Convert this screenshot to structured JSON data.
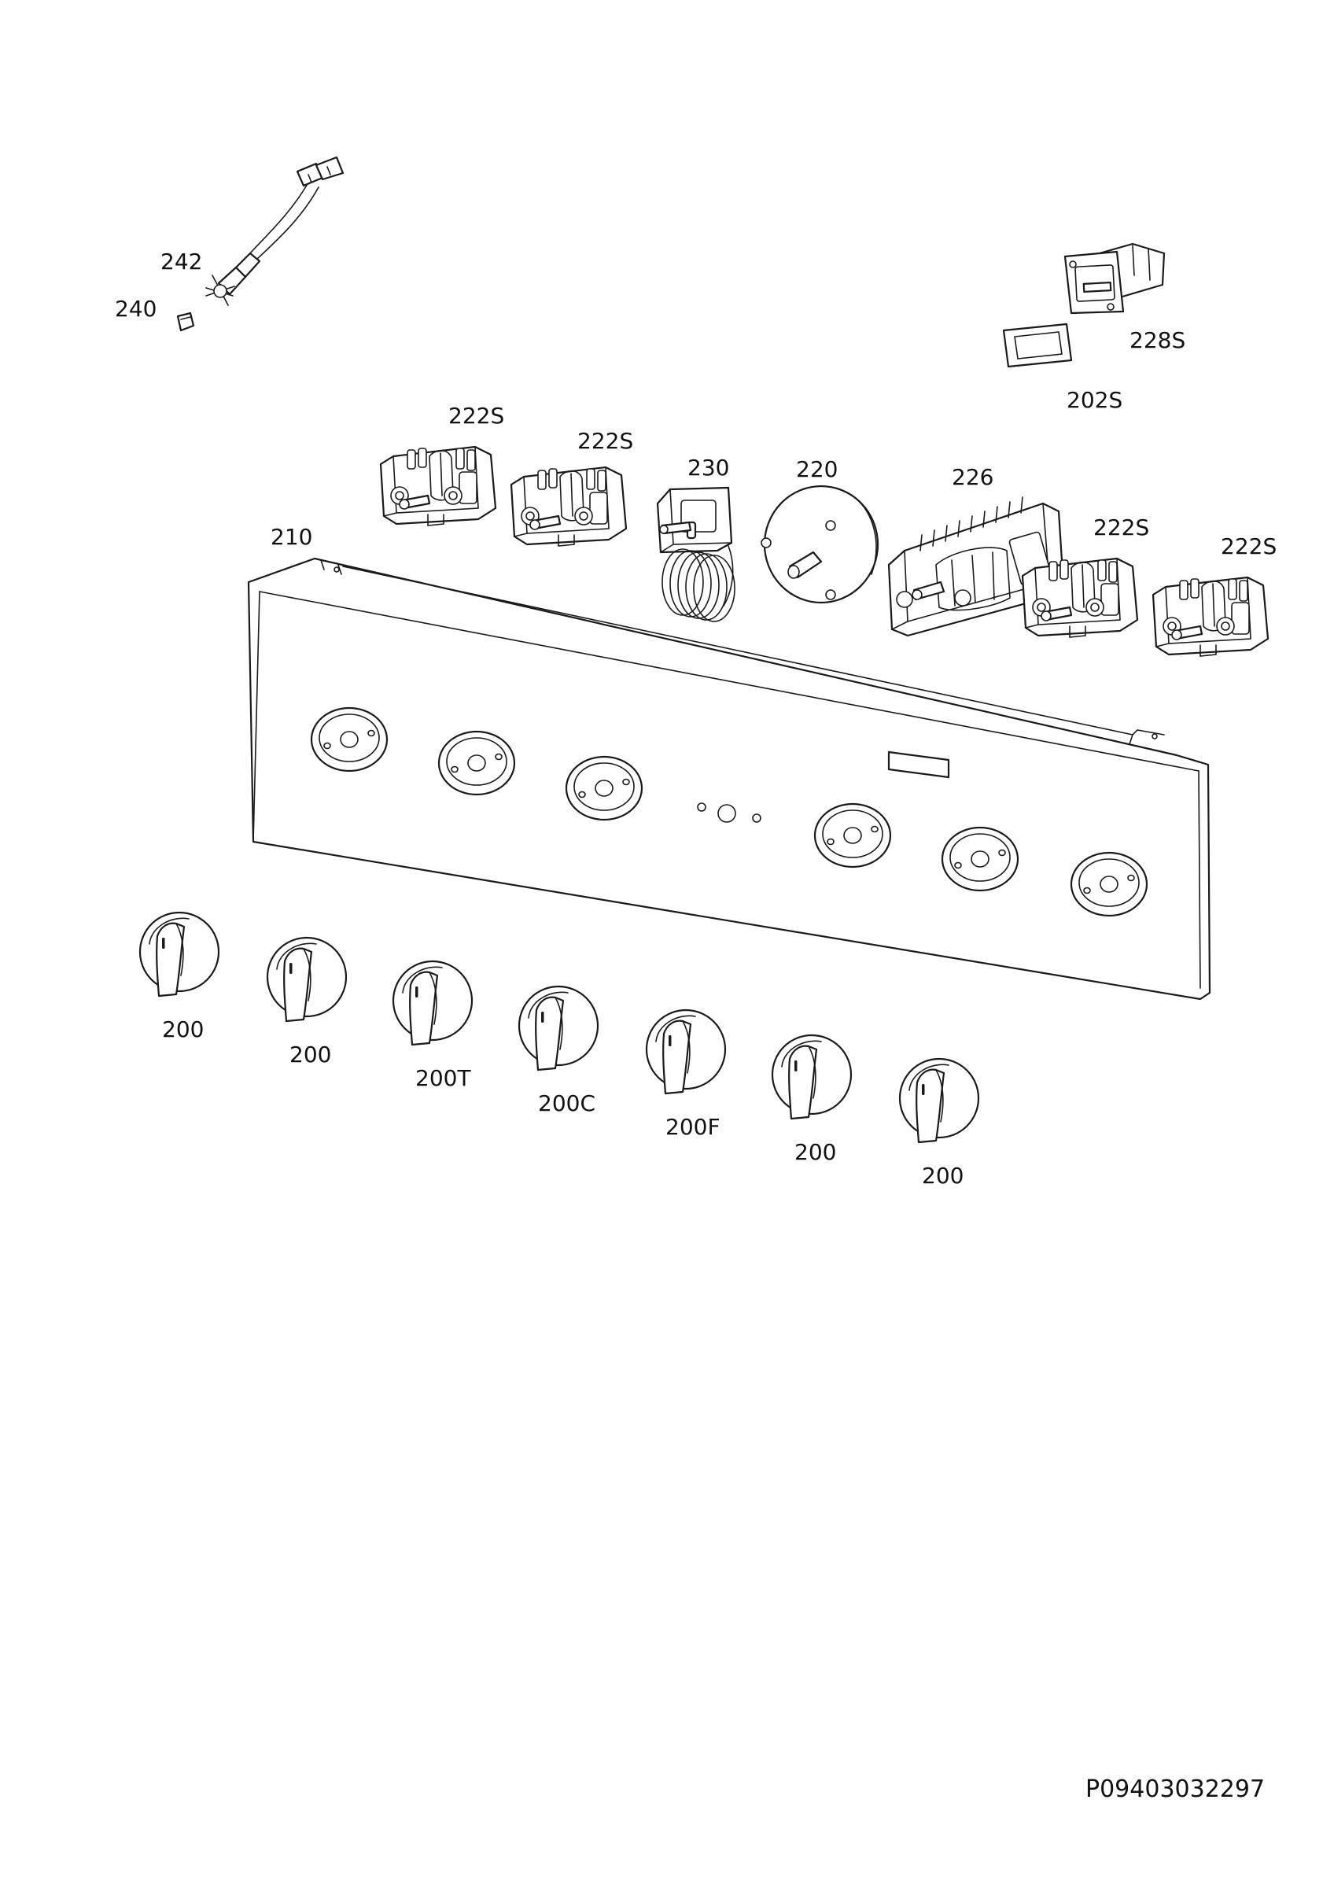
{
  "labels": {
    "p242": "242",
    "p240": "240",
    "p228s": "228S",
    "p202s": "202S",
    "p222s_1": "222S",
    "p222s_2": "222S",
    "p230": "230",
    "p220": "220",
    "p226": "226",
    "p222s_3": "222S",
    "p222s_4": "222S",
    "p210": "210",
    "knob_1": "200",
    "knob_2": "200",
    "knob_3": "200T",
    "knob_4": "200C",
    "knob_5": "200F",
    "knob_6": "200",
    "knob_7": "200"
  },
  "document_code": "P09403032297"
}
